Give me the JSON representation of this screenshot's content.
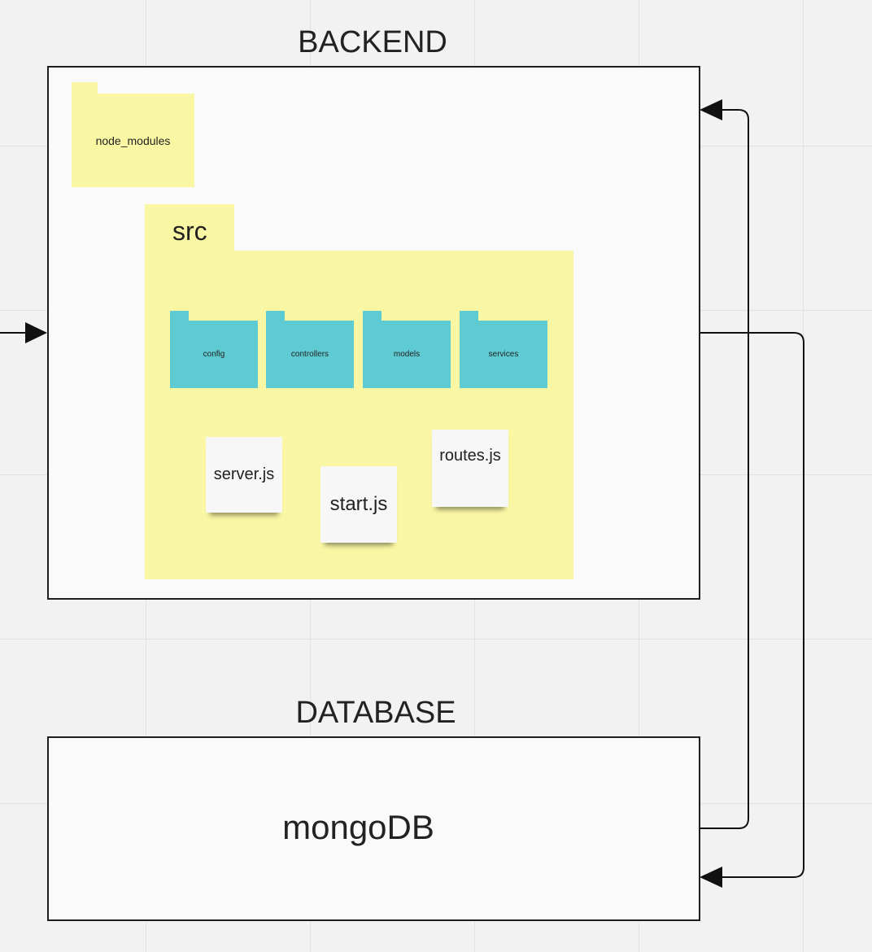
{
  "backend": {
    "title": "BACKEND",
    "node_modules_label": "node_modules",
    "src": {
      "label": "src",
      "folders": [
        "config",
        "controllers",
        "models",
        "services"
      ],
      "files": [
        "server.js",
        "start.js",
        "routes.js"
      ]
    }
  },
  "database": {
    "title": "DATABASE",
    "engine_label": "mongoDB"
  },
  "colors": {
    "canvas": "#f2f2f2",
    "frame_fill": "#fafafa",
    "frame_border": "#1f1f1f",
    "folder_yellow": "#faf7a4",
    "folder_teal": "#5ecbd3",
    "sticky_note": "#f7f7f7",
    "connector": "#111111"
  }
}
